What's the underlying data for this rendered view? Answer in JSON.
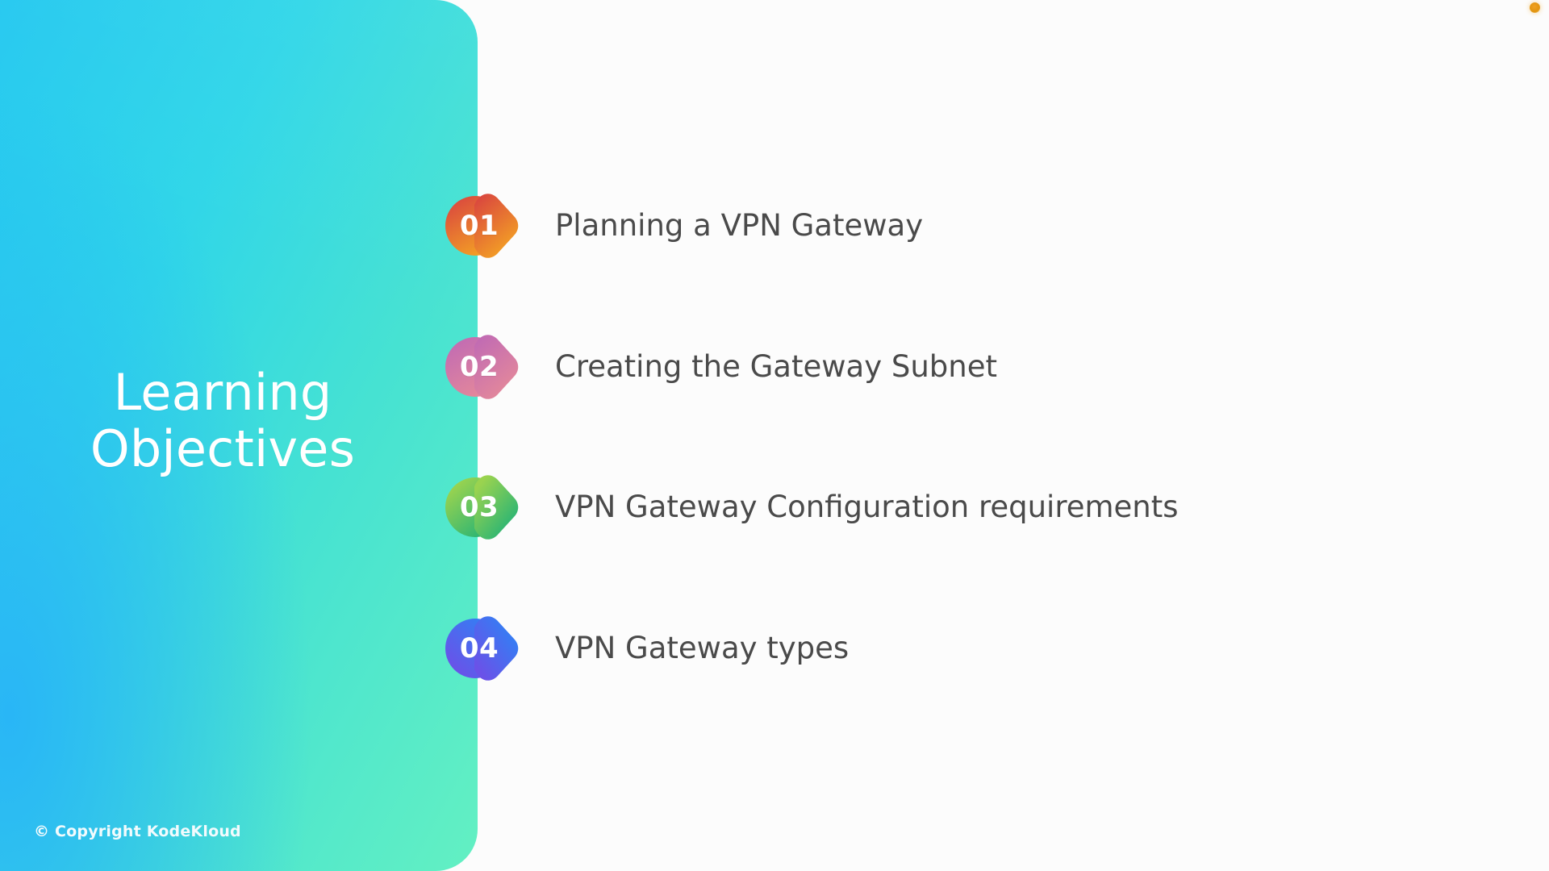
{
  "slide": {
    "title": "Learning\nObjectives",
    "copyright": "© Copyright KodeKloud",
    "background_color": "#fcfcfc",
    "panel_gradient_from": "#24c8f0",
    "panel_gradient_to": "#63f0c2"
  },
  "objectives": [
    {
      "number": "01",
      "label": "Planning a VPN Gateway",
      "color_from": "#d9453f",
      "color_to": "#f0a02a"
    },
    {
      "number": "02",
      "label": "Creating the Gateway Subnet",
      "color_from": "#c86fa8",
      "color_to": "#e0899f"
    },
    {
      "number": "03",
      "label": "VPN Gateway Configuration requirements",
      "color_from": "#8fcf4e",
      "color_to": "#2fb36b"
    },
    {
      "number": "04",
      "label": "VPN Gateway types",
      "color_from": "#5a5ce0",
      "color_to": "#3b79f0"
    }
  ],
  "indicator": {
    "name": "recording-dot",
    "color": "#e2940e"
  }
}
